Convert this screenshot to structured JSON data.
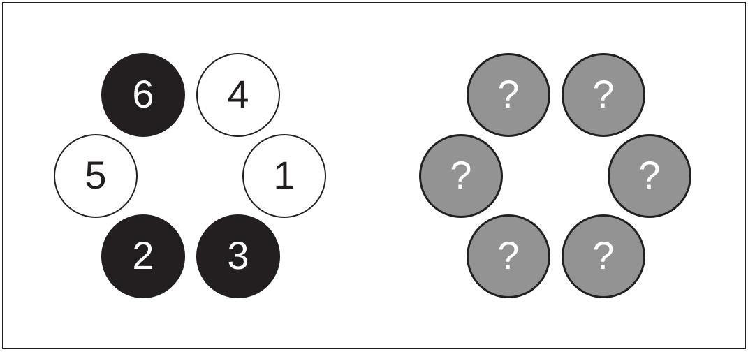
{
  "colors": {
    "black": "#231f20",
    "white": "#ffffff",
    "gray": "#939393"
  },
  "left_ring": [
    {
      "label": "6",
      "fill": "black"
    },
    {
      "label": "4",
      "fill": "white"
    },
    {
      "label": "5",
      "fill": "white"
    },
    {
      "label": "1",
      "fill": "white"
    },
    {
      "label": "2",
      "fill": "black"
    },
    {
      "label": "3",
      "fill": "black"
    }
  ],
  "right_ring": [
    {
      "label": "?",
      "fill": "gray"
    },
    {
      "label": "?",
      "fill": "gray"
    },
    {
      "label": "?",
      "fill": "gray"
    },
    {
      "label": "?",
      "fill": "gray"
    },
    {
      "label": "?",
      "fill": "gray"
    },
    {
      "label": "?",
      "fill": "gray"
    }
  ]
}
